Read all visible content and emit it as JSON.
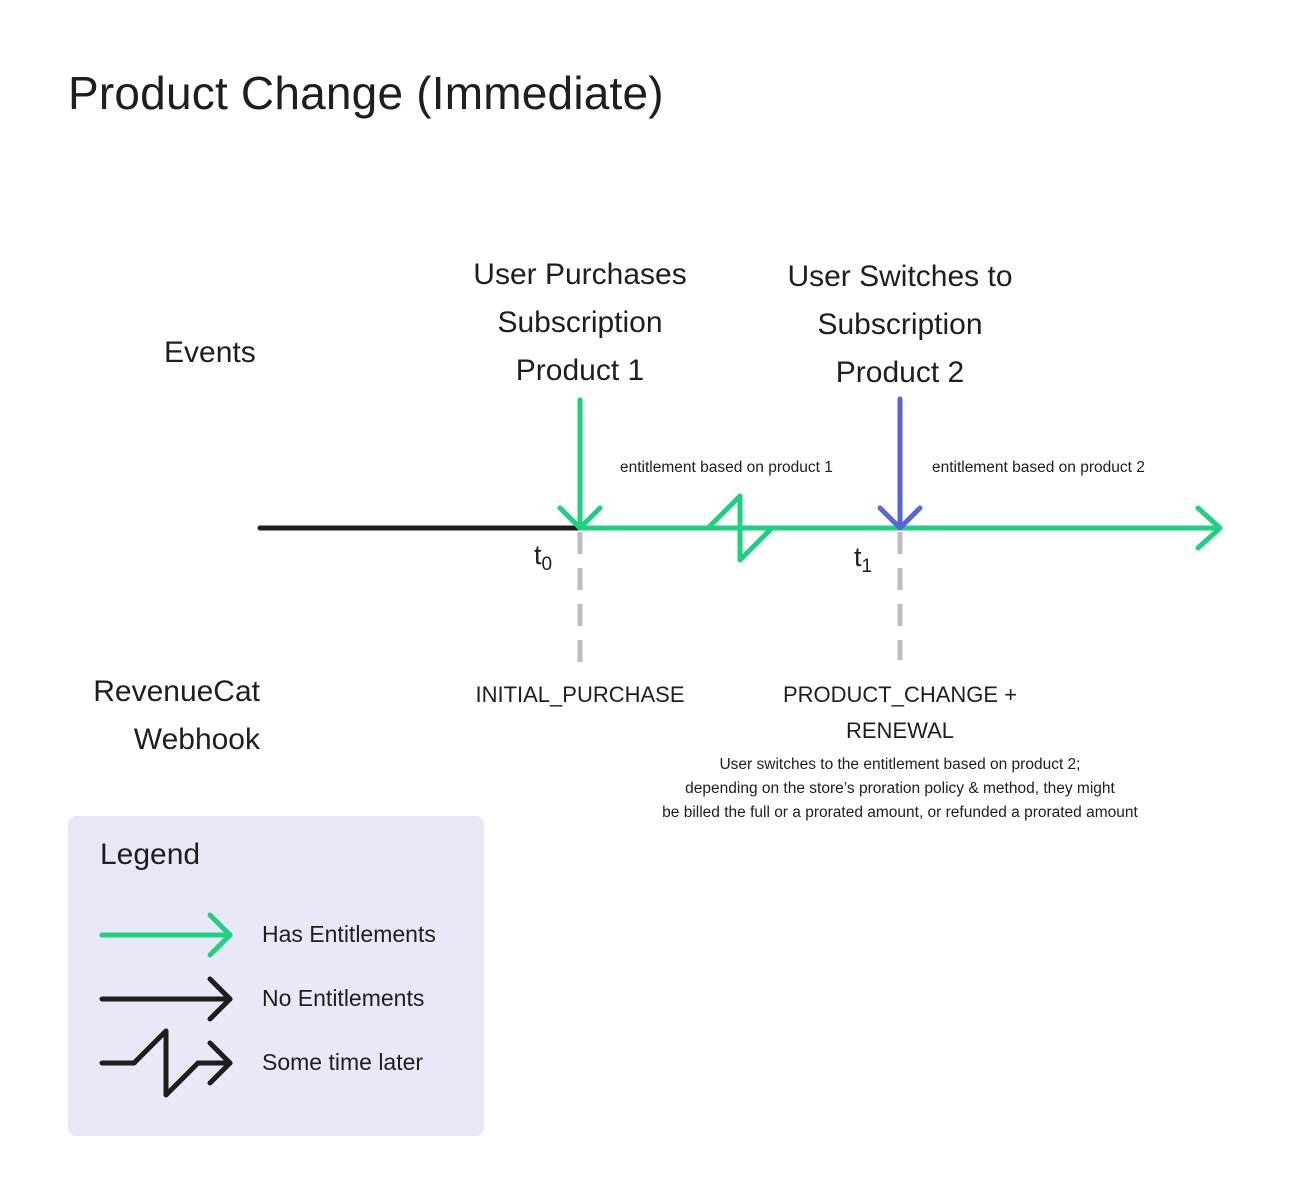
{
  "title": "Product Change (Immediate)",
  "rows": {
    "events": "Events",
    "webhook_line1": "RevenueCat",
    "webhook_line2": "Webhook"
  },
  "events": [
    {
      "lines": [
        "User Purchases",
        "Subscription",
        "Product 1"
      ]
    },
    {
      "lines": [
        "User Switches to",
        "Subscription",
        "Product 2"
      ]
    }
  ],
  "segments": {
    "product1": "entitlement based on product 1",
    "product2": "entitlement based on product 2"
  },
  "time_markers": {
    "t0": {
      "base": "t",
      "sub": "0"
    },
    "t1": {
      "base": "t",
      "sub": "1"
    }
  },
  "webhooks": {
    "initial": "INITIAL_PURCHASE",
    "change_line1": "PRODUCT_CHANGE +",
    "change_line2": "RENEWAL",
    "description": [
      "User switches to the entitlement based on product 2;",
      "depending on the store’s proration policy & method, they might",
      "be billed the full or a prorated amount, or refunded a prorated amount"
    ]
  },
  "legend": {
    "title": "Legend",
    "items": [
      {
        "label": "Has Entitlements",
        "icon": "green-arrow-icon"
      },
      {
        "label": "No Entitlements",
        "icon": "black-arrow-icon"
      },
      {
        "label": "Some time later",
        "icon": "time-break-arrow-icon"
      }
    ]
  },
  "colors": {
    "entitled": "#1ed17e",
    "no_entitlement": "#1e1e1e",
    "product_change": "#5865d6",
    "webhook_connector": "#bdbdbd",
    "legend_bg": "#e9e8f8"
  }
}
